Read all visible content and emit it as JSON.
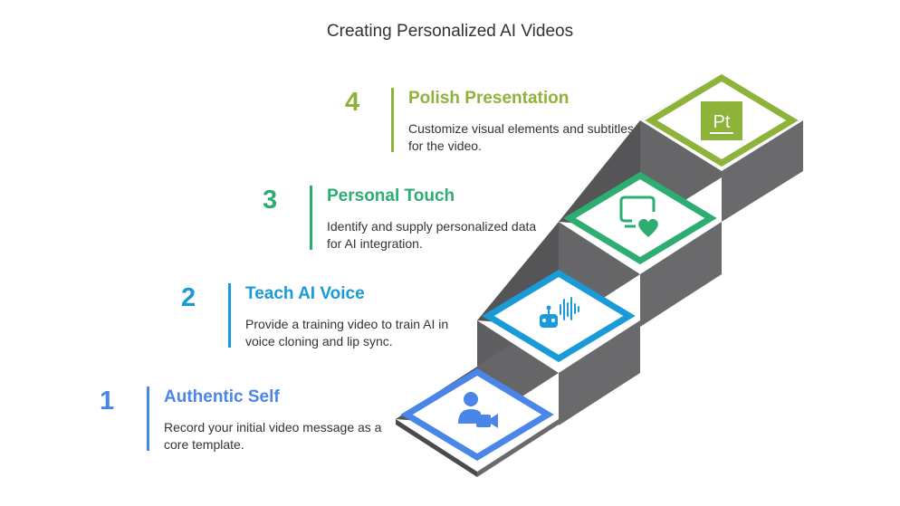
{
  "title": "Creating Personalized AI Videos",
  "steps": [
    {
      "number": "1",
      "heading": "Authentic Self",
      "description": "Record your initial video message as a core template.",
      "color": "#4A86E8",
      "icon": "person-video-icon"
    },
    {
      "number": "2",
      "heading": "Teach AI Voice",
      "description": "Provide a training video to train AI in voice cloning and lip sync.",
      "color": "#1A9AD6",
      "icon": "robot-voice-icon"
    },
    {
      "number": "3",
      "heading": "Personal Touch",
      "description": "Identify and supply personalized data for AI integration.",
      "color": "#2EAD72",
      "icon": "screen-heart-icon"
    },
    {
      "number": "4",
      "heading": "Polish Presentation",
      "description": "Customize visual elements and subtitles for the video.",
      "color": "#8DB33A",
      "icon": "pt-badge-icon"
    }
  ],
  "pt_badge_text": "Pt"
}
